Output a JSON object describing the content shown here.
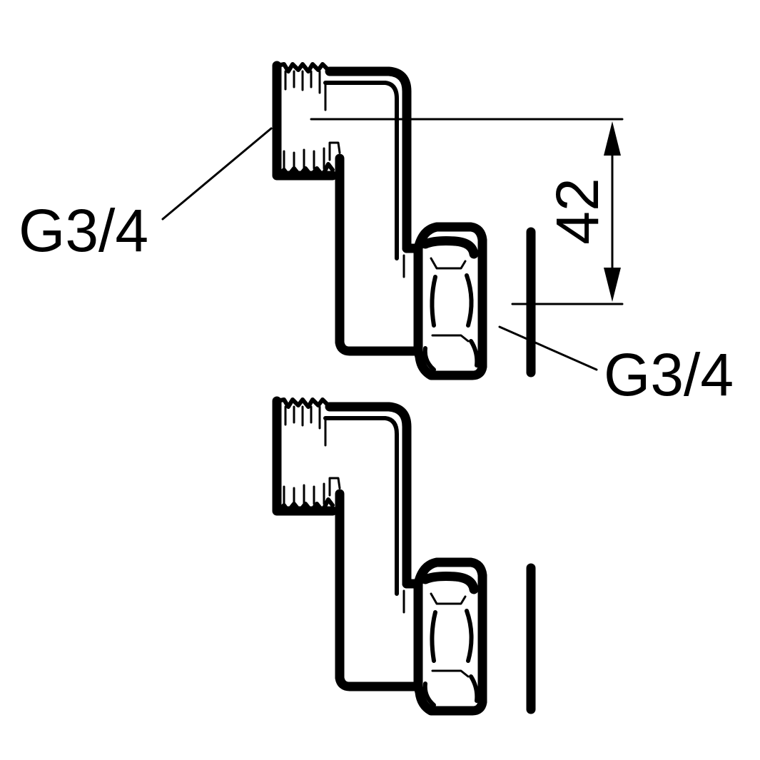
{
  "diagram": {
    "labels": {
      "thread_left": "G3/4",
      "thread_right": "G3/4",
      "dimension": "42"
    },
    "colors": {
      "line": "#000000",
      "background": "#ffffff"
    },
    "parts": [
      {
        "name": "eccentric-fitting-top"
      },
      {
        "name": "eccentric-fitting-bottom"
      }
    ]
  }
}
